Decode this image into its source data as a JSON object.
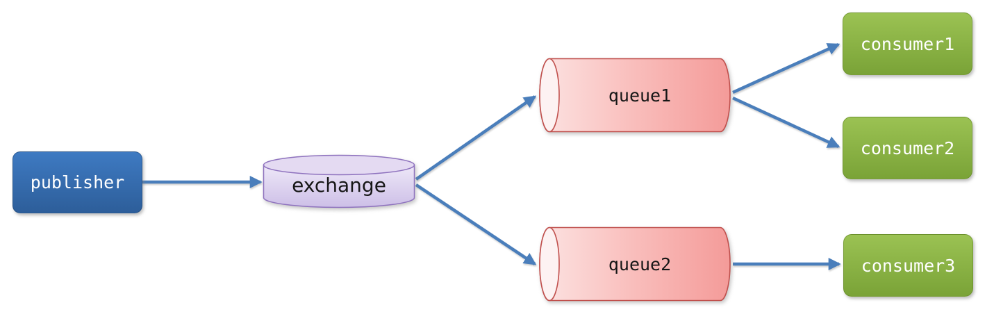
{
  "diagram": {
    "type": "message-flow-diagram",
    "nodes": {
      "publisher": {
        "label": "publisher",
        "shape": "rounded-rect",
        "text_color": "#ffffff"
      },
      "exchange": {
        "label": "exchange",
        "shape": "cylinder-vertical",
        "text_color": "#161616"
      },
      "queue1": {
        "label": "queue1",
        "shape": "cylinder-horizontal",
        "text_color": "#161616"
      },
      "queue2": {
        "label": "queue2",
        "shape": "cylinder-horizontal",
        "text_color": "#161616"
      },
      "consumer1": {
        "label": "consumer1",
        "shape": "rounded-rect",
        "text_color": "#ffffff"
      },
      "consumer2": {
        "label": "consumer2",
        "shape": "rounded-rect",
        "text_color": "#ffffff"
      },
      "consumer3": {
        "label": "consumer3",
        "shape": "rounded-rect",
        "text_color": "#ffffff"
      }
    },
    "edges": [
      {
        "from": "publisher",
        "to": "exchange"
      },
      {
        "from": "exchange",
        "to": "queue1"
      },
      {
        "from": "exchange",
        "to": "queue2"
      },
      {
        "from": "queue1",
        "to": "consumer1"
      },
      {
        "from": "queue1",
        "to": "consumer2"
      },
      {
        "from": "queue2",
        "to": "consumer3"
      }
    ],
    "colors": {
      "publisher_top": "#3e7ac2",
      "publisher_bottom": "#2d5e9a",
      "consumer_top": "#9bc253",
      "consumer_bottom": "#7aa337",
      "queue_cap": "#fdf2f2",
      "queue_left": "#fce3e2",
      "queue_mid": "#f9bdbb",
      "queue_right": "#f49b99",
      "queue_border": "#c0504d",
      "exchange_cap": "#e4daf2",
      "exchange_body_top": "#eee8f8",
      "exchange_body_bottom": "#cdbfe7",
      "exchange_border": "#8e72be",
      "arrow": "#4a7ebb"
    }
  }
}
